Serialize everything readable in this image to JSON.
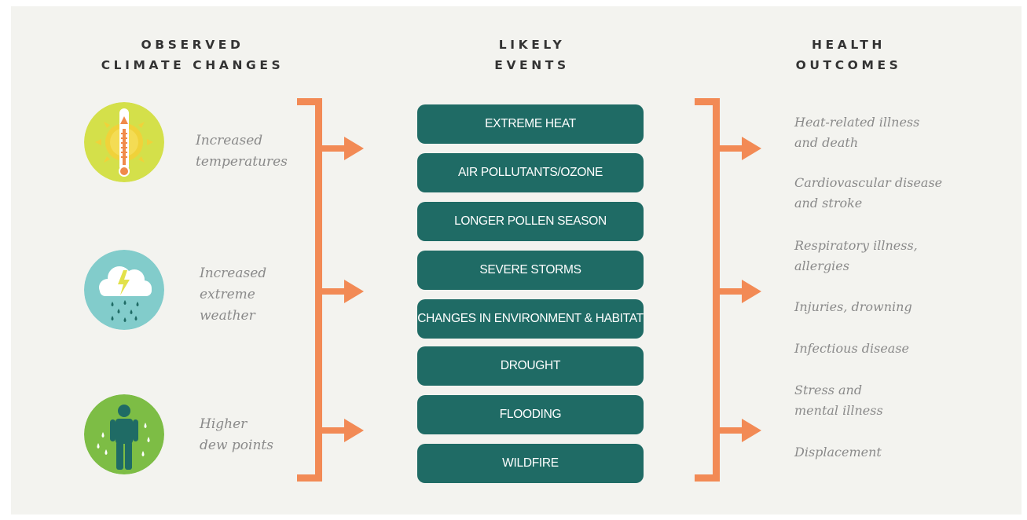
{
  "columns": {
    "observed": {
      "line1": "OBSERVED",
      "line2": "CLIMATE CHANGES"
    },
    "events": {
      "line1": "LIKELY",
      "line2": "EVENTS"
    },
    "outcomes": {
      "line1": "HEALTH",
      "line2": "OUTCOMES"
    }
  },
  "observed_changes": [
    {
      "line1": "Increased",
      "line2": "temperatures",
      "icon": "thermometer-sun-icon"
    },
    {
      "line1": "Increased",
      "line2": "extreme",
      "line3": "weather",
      "icon": "storm-cloud-icon"
    },
    {
      "line1": "Higher",
      "line2": "dew points",
      "icon": "sweating-person-icon"
    }
  ],
  "likely_events": [
    "EXTREME HEAT",
    "AIR POLLUTANTS/OZONE",
    "LONGER POLLEN SEASON",
    "SEVERE STORMS",
    "CHANGES IN ENVIRONMENT & HABITAT",
    "DROUGHT",
    "FLOODING",
    "WILDFIRE"
  ],
  "health_outcomes": [
    {
      "line1": "Heat-related illness",
      "line2": "and death"
    },
    {
      "line1": "Cardiovascular disease",
      "line2": "and stroke"
    },
    {
      "line1": "Respiratory illness,",
      "line2": "allergies"
    },
    {
      "line1": "Injuries, drowning"
    },
    {
      "line1": "Infectious disease"
    },
    {
      "line1": "Stress and",
      "line2": "mental illness"
    },
    {
      "line1": "Displacement"
    }
  ],
  "colors": {
    "background": "#f3f3ef",
    "event_box": "#1f6b65",
    "bracket_arrow": "#f28a55",
    "heading_text": "#333333",
    "italic_text": "#8a8a8a",
    "sun_outer": "#d4e04a",
    "storm_circle": "#82cccb",
    "person_circle": "#7dbd45"
  }
}
